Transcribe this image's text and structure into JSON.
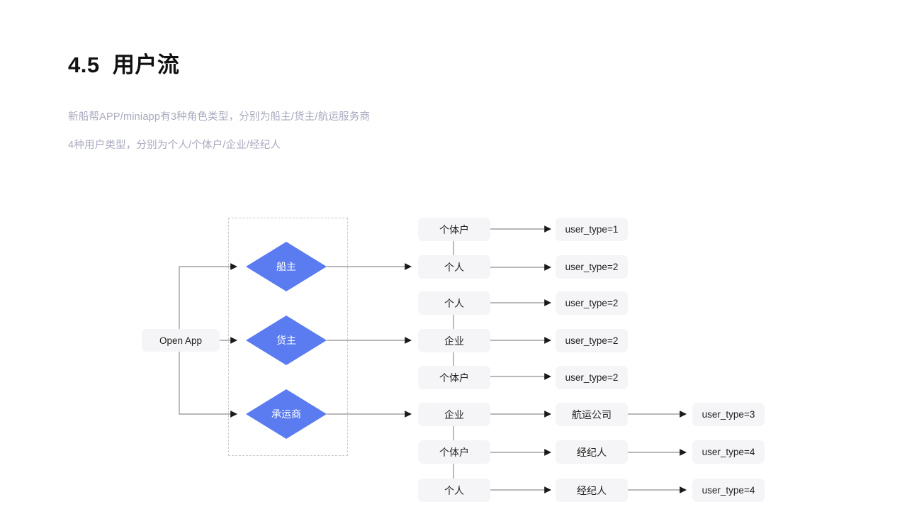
{
  "header": {
    "title": "4.5  用户流",
    "subtitle_line_1": "新船帮APP/miniapp有3种角色类型，分别为船主/货主/航运服务商",
    "subtitle_line_2": "4种用户类型，分别为个人/个体户/企业/经纪人"
  },
  "colors": {
    "diamond_fill": "#5b7cf0",
    "box_fill": "#f5f5f7",
    "edge": "#a0a0a0",
    "frame_dash": "#c9c9d1",
    "subtitle": "#a8aabf",
    "title": "#111111"
  },
  "flow": {
    "start": {
      "label": "Open App"
    },
    "roles": [
      {
        "label": "船主"
      },
      {
        "label": "货主"
      },
      {
        "label": "承运商"
      }
    ],
    "user_types": [
      {
        "label": "个体户"
      },
      {
        "label": "个人"
      },
      {
        "label": "个人"
      },
      {
        "label": "企业"
      },
      {
        "label": "个体户"
      },
      {
        "label": "企业"
      },
      {
        "label": "个体户"
      },
      {
        "label": "个人"
      }
    ],
    "mid_results": [
      {
        "label": "航运公司"
      },
      {
        "label": "经纪人"
      },
      {
        "label": "经纪人"
      }
    ],
    "outputs": [
      {
        "label": "user_type=1"
      },
      {
        "label": "user_type=2"
      },
      {
        "label": "user_type=2"
      },
      {
        "label": "user_type=2"
      },
      {
        "label": "user_type=2"
      },
      {
        "label": "user_type=3"
      },
      {
        "label": "user_type=4"
      },
      {
        "label": "user_type=4"
      }
    ]
  }
}
